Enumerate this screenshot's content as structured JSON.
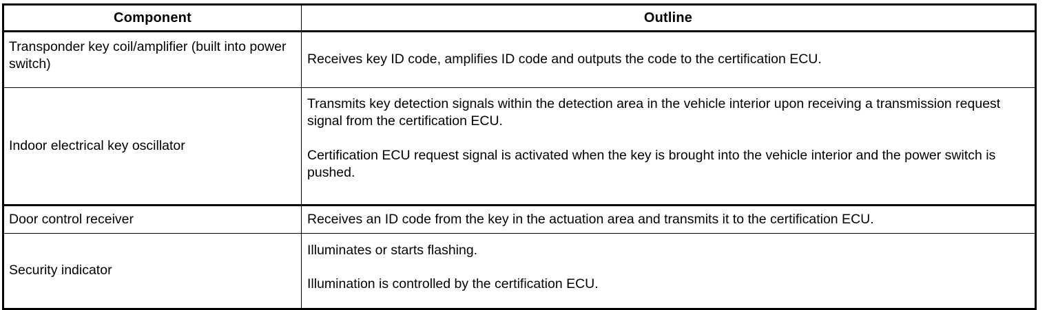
{
  "table": {
    "columns": [
      {
        "key": "component",
        "header": "Component"
      },
      {
        "key": "outline",
        "header": "Outline"
      }
    ],
    "rows": [
      {
        "component": "Transponder key coil/amplifier (built into power switch)",
        "outline_paragraphs": [
          "Receives key ID code, amplifies ID code and outputs the code to the certification ECU."
        ]
      },
      {
        "component": "Indoor electrical key oscillator",
        "outline_paragraphs": [
          "Transmits key detection signals within the detection area in the vehicle interior upon receiving a transmission request signal from the certification ECU.",
          "Certification ECU request signal is activated when the key is brought into the vehicle interior and the power switch is pushed."
        ]
      },
      {
        "component": "Door control receiver",
        "outline_paragraphs": [
          "Receives an ID code from the key in the actuation area and transmits it to the certification ECU."
        ]
      },
      {
        "component": "Security indicator",
        "outline_paragraphs": [
          "Illuminates or starts flashing.",
          "Illumination is controlled by the certification ECU."
        ]
      }
    ]
  },
  "style": {
    "border_color": "#000000",
    "text_color": "#000000",
    "background": "#ffffff"
  }
}
